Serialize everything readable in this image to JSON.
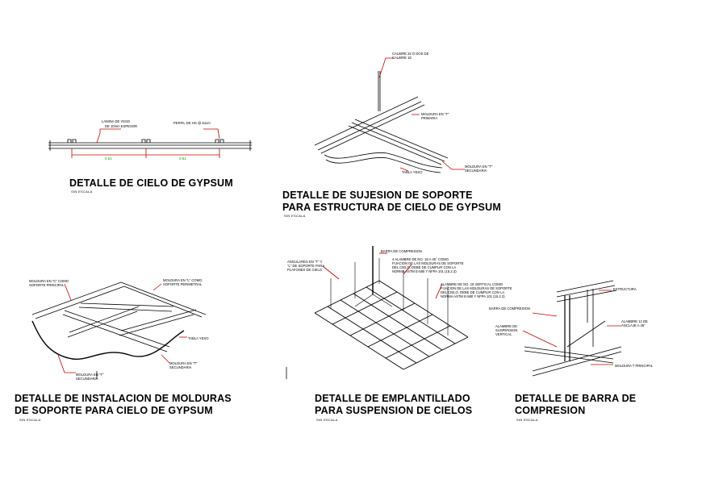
{
  "d1": {
    "title": "DETALLE DE CIELO DE GYPSUM",
    "subtitle": "SIN ESCALA",
    "lamina_1": "LAMINA DE YESO",
    "lamina_2": "DE 10mm ESPESOR",
    "perfil": "PERFIL DE HG @.61cm",
    "dim_1": "0.61",
    "dim_2": "0.61"
  },
  "d2": {
    "title_1": "DETALLE DE SUJESION DE SOPORTE",
    "title_2": "PARA ESTRUCTURA DE CIELO DE GYPSUM",
    "subtitle": "SIN ESCALA",
    "calibre_1": "CALIBRE 22 O DOS DE",
    "calibre_2": "CALIBRE 18",
    "mold_prim_1": "MOLDURA EN \"T\"",
    "mold_prim_2": "PRIMARIA",
    "tabla": "TABLA YESO",
    "mold_sec_1": "MOLDURA EN \"T\"",
    "mold_sec_2": "SECUNDARIA"
  },
  "d3": {
    "title_1": "DETALLE DE INSTALACION DE MOLDURAS",
    "title_2": "DE SOPORTE PARA CIELO DE GYPSUM",
    "subtitle": "SIN ESCALA",
    "mold_c_1": "MOLDURA EN \"C\" COMO",
    "mold_c_2": "SOPORTE PRINCIPAL",
    "mold_l_1": "MOLDURA EN \"L\" COMO",
    "mold_l_2": "SOPORTE PERIMETRAL",
    "tabla": "TABLA YESO",
    "mold_sec_1": "MOLDURA EN \"T\"",
    "mold_sec_2": "SECUNDARIA",
    "mold_t_1": "MOLDURA EN \"T\"",
    "mold_t_2": "SECUNDARIA"
  },
  "d4": {
    "title_1": "DETALLE DE EMPLANTILLADO",
    "title_2": "PARA SUSPENSION DE CIELOS",
    "subtitle": "SIN ESCALA",
    "barra": "BARRA DE COMPRESION",
    "ang_1": "ANGULARES EN \"T\" Y",
    "ang_2": "\"L\" DE SOPORTE PARA",
    "ang_3": "PLAFONES DE CIELO",
    "alam45_1": "4 ALAMBRE DE NO. 18 A 45° COMO",
    "alam45_2": "FIJACION DE LAS MOLDURAS DE SOPORTE",
    "alam45_3": "DEL CIELO, DEBE DE CUMPLIR CON LA",
    "alam45_4": "NORMA ASTM E-580 Y NFPA 101 (15.2.3)",
    "alamv_1": "ALAMBRE DE NO. 18 VERTICAL COMO",
    "alamv_2": "FIJACION DE LAS MOLDURAS DE SOPORTE",
    "alamv_3": "DEL CIELO, DEBE DE CUMPLIR CON LA",
    "alamv_4": "NORMA ASTM E-580 Y NFPA 101 (15.2.3)"
  },
  "d5": {
    "title_1": "DETALLE DE BARRA DE",
    "title_2": "COMPRESION",
    "subtitle": "SIN ESCALA",
    "estructura": "ESTRUCTURA",
    "barra": "BARRA DE COMPRESION",
    "alam_v_1": "ALAMBRE DE",
    "alam_v_2": "SUSPENSION",
    "alam_v_3": "VERTICAL",
    "alam12_1": "ALAMBRE 12 DE",
    "alam12_2": "ANCLAJE A 45°",
    "mold_t": "MOLDURA T PRINCIPAL"
  },
  "colors": {
    "line": "#000000",
    "label": "#cc0000",
    "dim": "#00aa00"
  }
}
